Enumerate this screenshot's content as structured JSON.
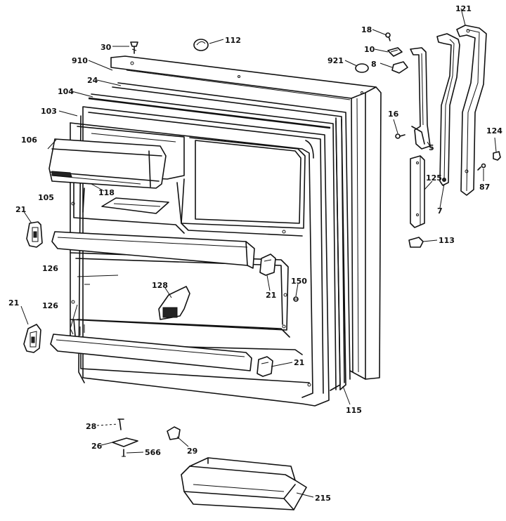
{
  "parts": {
    "p30": "30",
    "p112": "112",
    "p910": "910",
    "p24": "24",
    "p104": "104",
    "p103": "103",
    "p106": "106",
    "p105": "105",
    "p118": "118",
    "p21a": "21",
    "p126a": "126",
    "p21b": "21",
    "p126b": "126",
    "p128": "128",
    "p150": "150",
    "p21c": "21",
    "p21d": "21",
    "p115": "115",
    "p18": "18",
    "p10": "10",
    "p921": "921",
    "p8": "8",
    "p16": "16",
    "p5": "5",
    "p121": "121",
    "p124": "124",
    "p87": "87",
    "p125": "125",
    "p7": "7",
    "p113": "113",
    "p28": "28",
    "p26": "26",
    "p566": "566",
    "p29": "29",
    "p215": "215"
  }
}
